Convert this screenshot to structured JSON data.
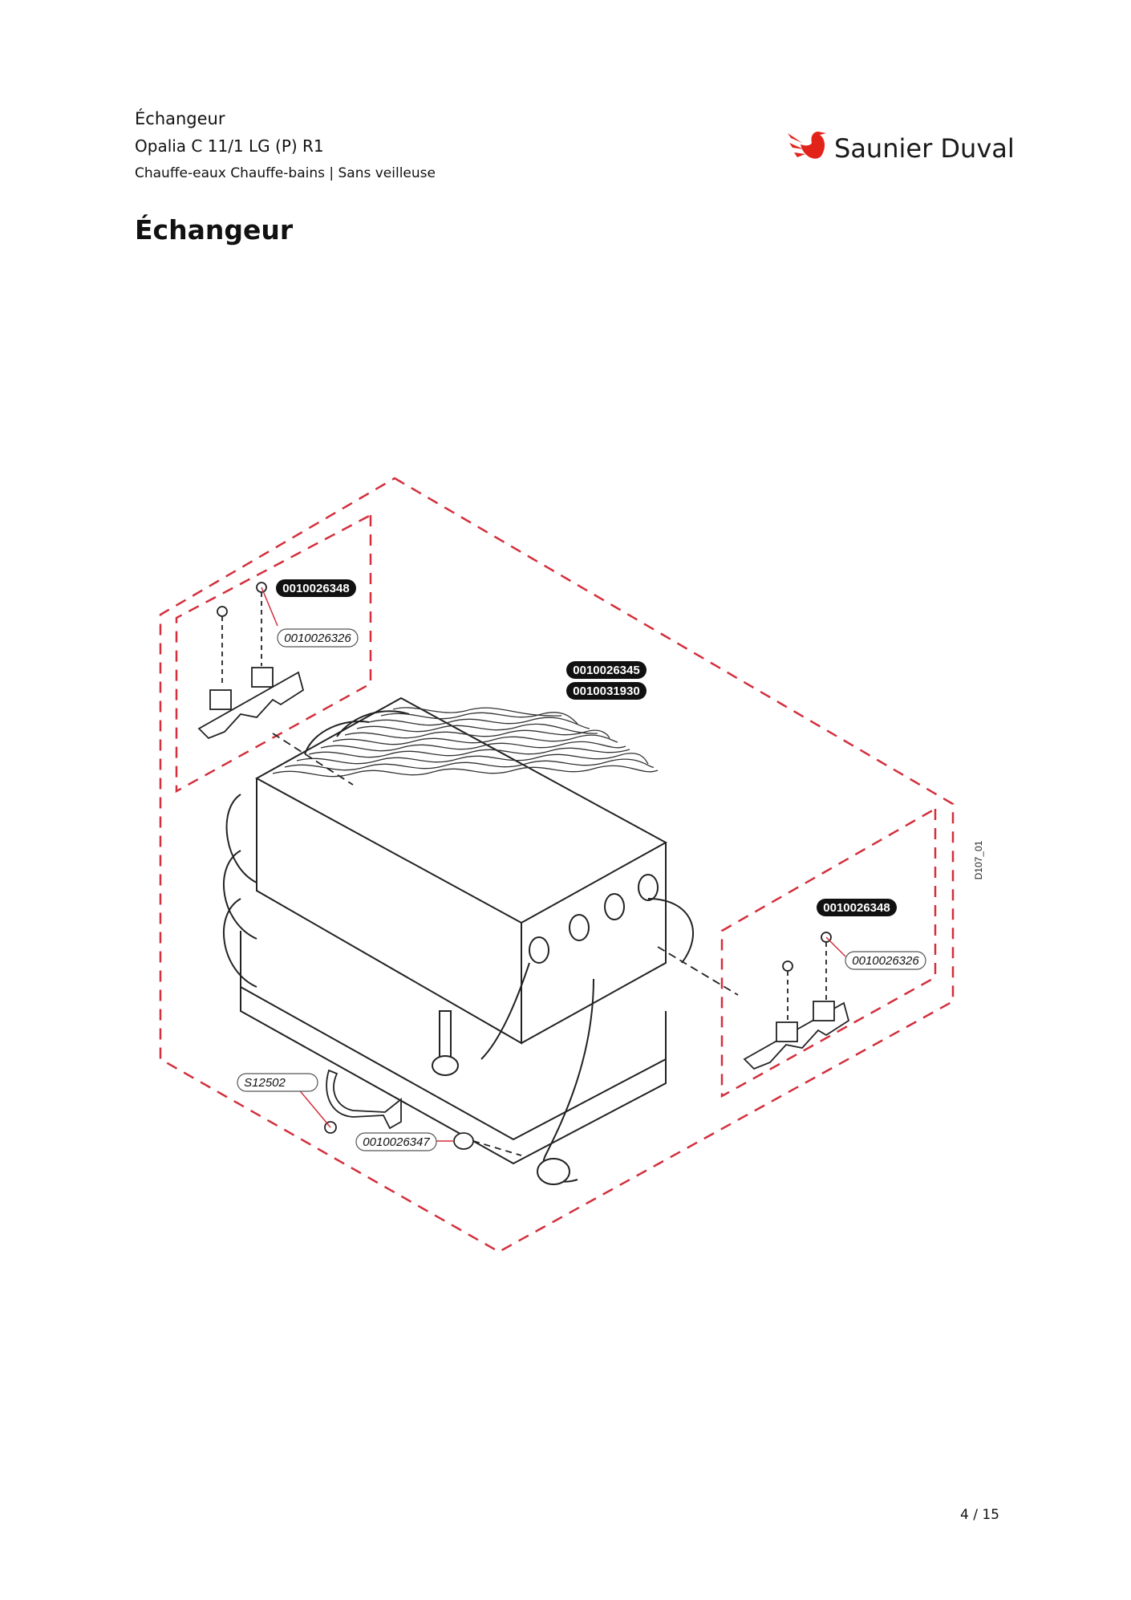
{
  "header": {
    "line1": "Échangeur",
    "line2": "Opalia C 11/1 LG (P) R1",
    "line3": "Chauffe-eaux Chauffe-bains | Sans veilleuse"
  },
  "page_title": "Échangeur",
  "brand": {
    "name": "Saunier Duval",
    "color": "#e2231a"
  },
  "diagram": {
    "drawing_id": "D107_01",
    "codes": {
      "clip_set_left": "0010026348",
      "screw_left": "0010026326",
      "heat_exchanger_a": "0010026345",
      "heat_exchanger_b": "0010031930",
      "clip_set_right": "0010026348",
      "screw_right": "0010026326",
      "bracket": "S12502",
      "seal": "0010026347"
    },
    "dashed_color": "#d32f3c"
  },
  "footer": {
    "page": "4 / 15"
  }
}
